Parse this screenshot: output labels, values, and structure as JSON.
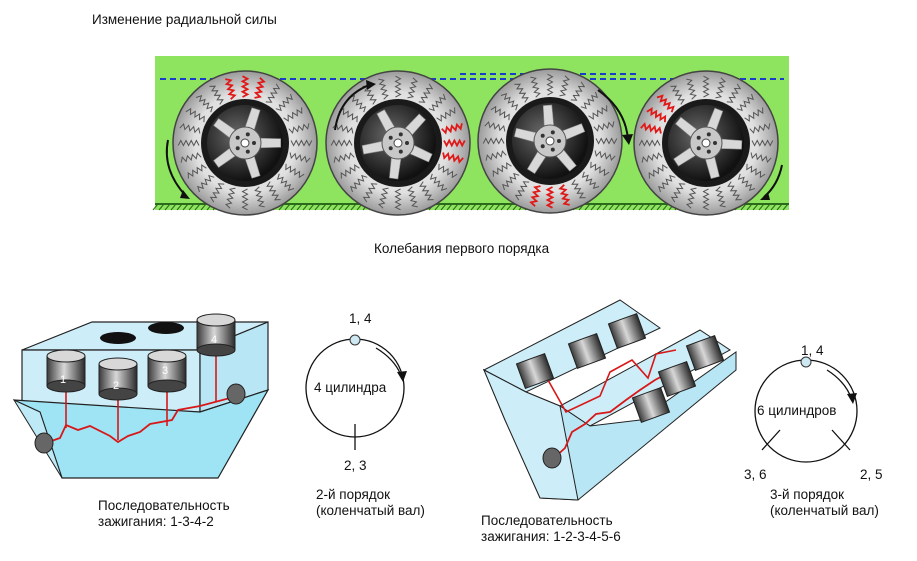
{
  "title": "Изменение радиальной силы",
  "subtitle": "Колебания первого порядка",
  "engine4": {
    "cylinder_labels": [
      "1",
      "2",
      "3",
      "4"
    ],
    "firing_order": "Последовательность\nзажигания: 1-3-4-2"
  },
  "diagram4": {
    "top_label": "1, 4",
    "bottom_label": "2, 3",
    "center_label": "4 цилиндра",
    "caption": "2-й порядок\n(коленчатый вал)"
  },
  "engine6": {
    "firing_order": "Последовательность\nзажигания: 1-2-3-4-5-6"
  },
  "diagram6": {
    "top_label": "1, 4",
    "left_label": "3, 6",
    "right_label": "2, 5",
    "center_label": "6 цилиндров",
    "caption": "3-й порядок\n(коленчатый вал)"
  },
  "colors": {
    "panel_green": "#8ee45e",
    "dash_blue": "#1a3cc8",
    "spring_red": "#e01818",
    "block_cyan": "#cdeef8",
    "block_fill": "#9fe4f4"
  }
}
